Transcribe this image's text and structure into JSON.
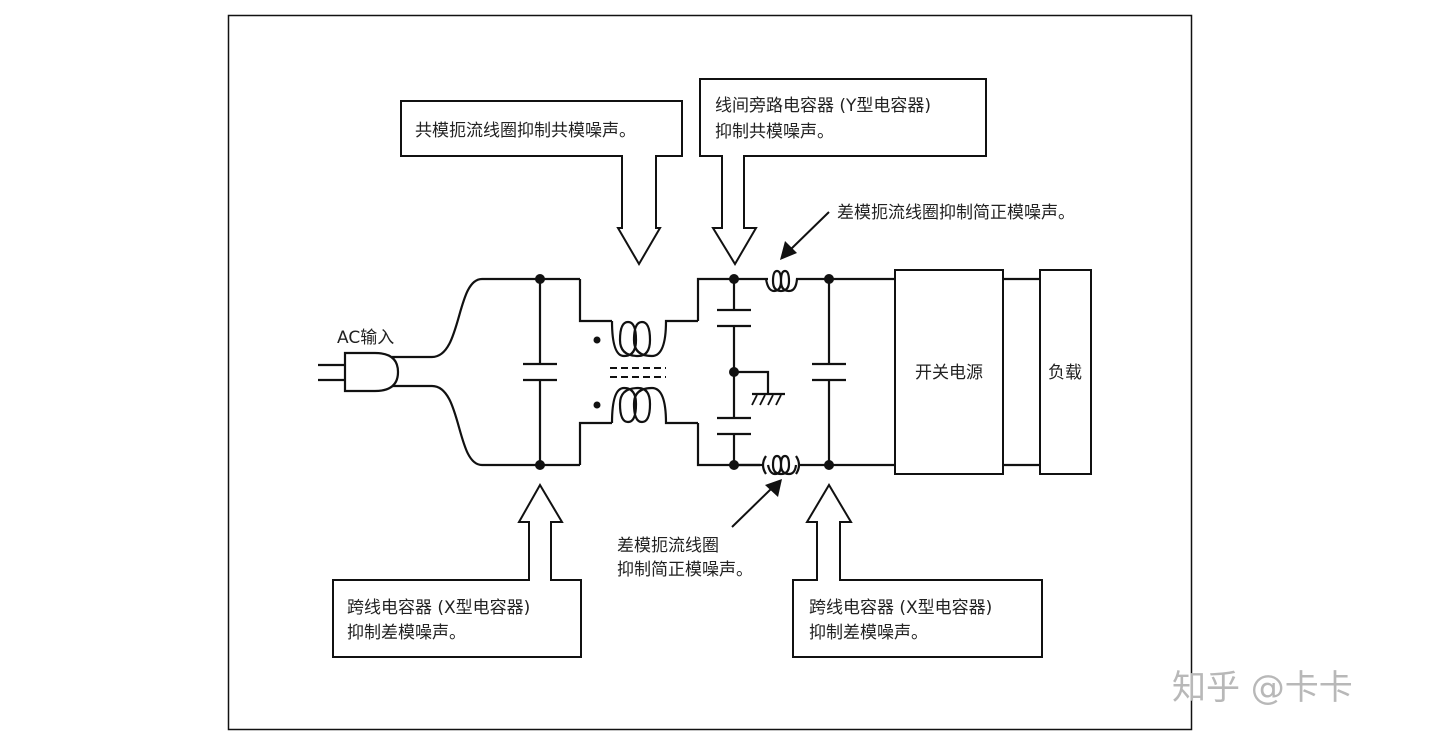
{
  "diagram": {
    "title": "EMI filter for switching power supply",
    "labels": {
      "ac_input": "AC输入",
      "smps": "开关电源",
      "load": "负载",
      "cm_choke_callout": "共模扼流线圈抑制共模噪声。",
      "y_cap_callout_line1": "线间旁路电容器 (Y型电容器)",
      "y_cap_callout_line2": "抑制共模噪声。",
      "dm_choke_top_callout": "差模扼流线圈抑制简正模噪声。",
      "dm_choke_bottom_callout_line1": "差模扼流线圈",
      "dm_choke_bottom_callout_line2": "抑制简正模噪声。",
      "x_cap_left_line1": "跨线电容器 (X型电容器)",
      "x_cap_left_line2": "抑制差模噪声。",
      "x_cap_right_line1": "跨线电容器 (X型电容器)",
      "x_cap_right_line2": "抑制差模噪声。"
    },
    "components": [
      {
        "id": "ac-plug",
        "type": "ac-plug-icon"
      },
      {
        "id": "x-cap-1",
        "type": "capacitor-icon"
      },
      {
        "id": "cm-choke",
        "type": "common-mode-choke-icon"
      },
      {
        "id": "y-cap-top",
        "type": "capacitor-icon"
      },
      {
        "id": "y-cap-bottom",
        "type": "capacitor-icon"
      },
      {
        "id": "ground",
        "type": "ground-icon"
      },
      {
        "id": "dm-choke-top",
        "type": "inductor-icon"
      },
      {
        "id": "dm-choke-bottom",
        "type": "inductor-icon"
      },
      {
        "id": "x-cap-2",
        "type": "capacitor-icon"
      },
      {
        "id": "smps-block",
        "type": "block"
      },
      {
        "id": "load-block",
        "type": "block"
      }
    ]
  },
  "watermark": "知乎 @卡卡"
}
